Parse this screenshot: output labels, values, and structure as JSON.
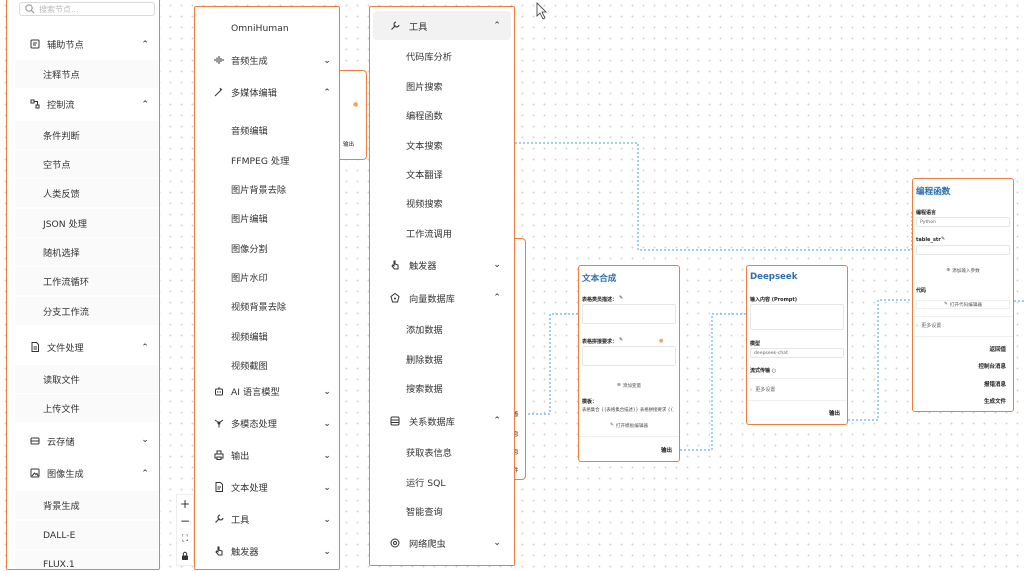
{
  "nodes_library": {
    "search_placeholder": "搜索节点...",
    "categories": {
      "aux": "辅助节点",
      "aux_items": [
        "注释节点"
      ],
      "flow": "控制流",
      "flow_items": [
        "条件判断",
        "空节点",
        "人类反馈",
        "JSON 处理",
        "随机选择",
        "工作流循环",
        "分支工作流"
      ],
      "file": "文件处理",
      "file_items": [
        "读取文件",
        "上传文件"
      ],
      "cloud": "云存储",
      "imggen": "图像生成",
      "imggen_items": [
        "背景生成",
        "DALL-E",
        "FLUX.1"
      ]
    }
  },
  "media_panel": {
    "top_item": "OmniHuman",
    "audio": "音频生成",
    "multimedia": "多媒体编辑",
    "multimedia_items": [
      "音频编辑",
      "FFMPEG 处理",
      "图片背景去除",
      "图片编辑",
      "图像分割",
      "图片水印",
      "视频背景去除",
      "视频编辑",
      "视频截图"
    ],
    "ai_llm": "AI 语言模型",
    "multimodal": "多模态处理",
    "output": "输出",
    "text_proc": "文本处理",
    "tools": "工具",
    "triggers": "触发器"
  },
  "tools_panel": {
    "tools": "工具",
    "tools_items": [
      "代码库分析",
      "图片搜索",
      "编程函数",
      "文本搜索",
      "文本翻译",
      "视频搜索",
      "工作流调用"
    ],
    "triggers": "触发器",
    "vector_db": "向量数据库",
    "vector_items": [
      "添加数据",
      "删除数据",
      "搜索数据"
    ],
    "rel_db": "关系数据库",
    "rel_items": [
      "获取表信息",
      "运行 SQL",
      "智能查询"
    ],
    "crawler": "网络爬虫"
  },
  "canvas": {
    "partial_output": "输出",
    "text_node": {
      "title": "文本合成",
      "field1_label": "表格类员描述：",
      "field2_label": "表格拼接要求：",
      "add_var": "添加变量",
      "template_label": "模板：",
      "template_text": "表格集合 {{表格集合描述}} 表格拼接要求 {{",
      "open_editor": "打开模板编辑器",
      "output": "输出"
    },
    "deepseek_node": {
      "title": "Deepseek",
      "prompt_label": "输入内容 (Prompt)",
      "model_label": "模型",
      "model_value": "deepseek-chat",
      "stream_label": "流式传输",
      "more": "更多设置",
      "output": "输出"
    },
    "code_node": {
      "title": "编程函数",
      "lang_label": "编程语言",
      "lang_value": "Python",
      "var_label": "table_str",
      "add_param": "添加输入参数",
      "code_label": "代码",
      "open_editor": "打开代码编辑器",
      "more": "更多设置",
      "outputs": [
        "返回值",
        "控制台消息",
        "报错消息",
        "生成文件"
      ]
    },
    "gutter_labels": [
      "善",
      "息",
      "息",
      "件"
    ]
  },
  "zoom": {
    "in": "+",
    "out": "−",
    "fit": "⛶",
    "lock": "🔒"
  },
  "colors": {
    "accent": "#ef7d3f",
    "title_blue": "#2f6fab",
    "edge": "#3fa3d8"
  }
}
